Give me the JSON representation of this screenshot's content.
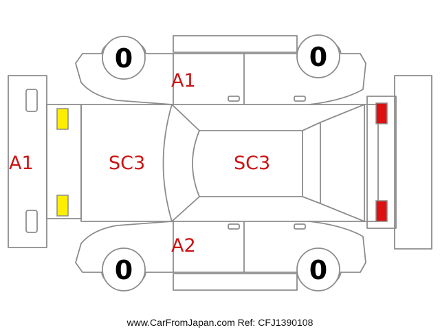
{
  "colors": {
    "outline": "#8c8c8c",
    "damage_code": "#cc1111",
    "front_lamp": "#ffee00",
    "rear_lamp": "#dd1111"
  },
  "damage_codes": {
    "front_bumper": "A1",
    "hood": "SC3",
    "roof": "SC3",
    "upper_front_fender": "A1",
    "lower_front_fender": "A2"
  },
  "tire_depths": {
    "front_left": "0",
    "rear_left": "0",
    "front_right": "0",
    "rear_right": "0"
  },
  "footer": "www.CarFromJapan.com Ref: CFJ1390108"
}
